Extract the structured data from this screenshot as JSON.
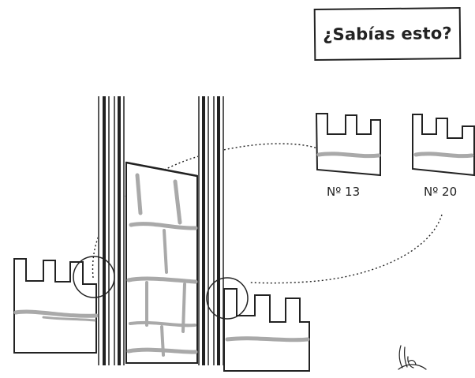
{
  "title": {
    "text": "¿Sabías esto?"
  },
  "pieces": [
    {
      "label": "Nº 13"
    },
    {
      "label": "Nº 20"
    }
  ],
  "colors": {
    "ink": "#222222",
    "stone_mortar": "#a9a9a9",
    "background": "#ffffff"
  },
  "icons": [
    "rabbit-icon"
  ]
}
